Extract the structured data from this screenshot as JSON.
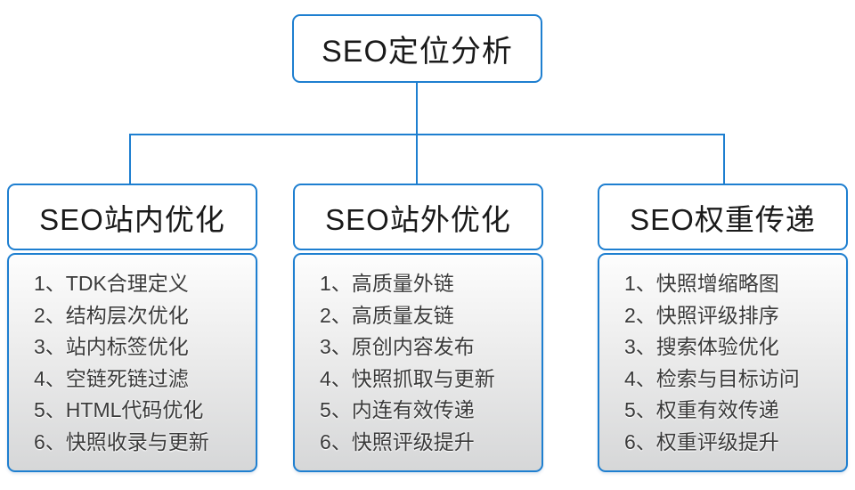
{
  "diagram": {
    "root": {
      "label": "SEO定位分析"
    },
    "columns": [
      {
        "title": "SEO站内优化",
        "items": [
          "1、TDK合理定义",
          "2、结构层次优化",
          "3、站内标签优化",
          "4、空链死链过滤",
          "5、HTML代码优化",
          "6、快照收录与更新"
        ]
      },
      {
        "title": "SEO站外优化",
        "items": [
          "1、高质量外链",
          "2、高质量友链",
          "3、原创内容发布",
          "4、快照抓取与更新",
          "5、内连有效传递",
          "6、快照评级提升"
        ]
      },
      {
        "title": "SEO权重传递",
        "items": [
          "1、快照增缩略图",
          "2、快照评级排序",
          "3、搜索体验优化",
          "4、检索与目标访问",
          "5、权重有效传递",
          "6、权重评级提升"
        ]
      }
    ],
    "colors": {
      "accent_blue": "#1e7fd0",
      "body_gradient_top": "#fdfdfd",
      "body_gradient_bottom": "#d6d7d8",
      "text_dark": "#1a1a1a"
    }
  }
}
